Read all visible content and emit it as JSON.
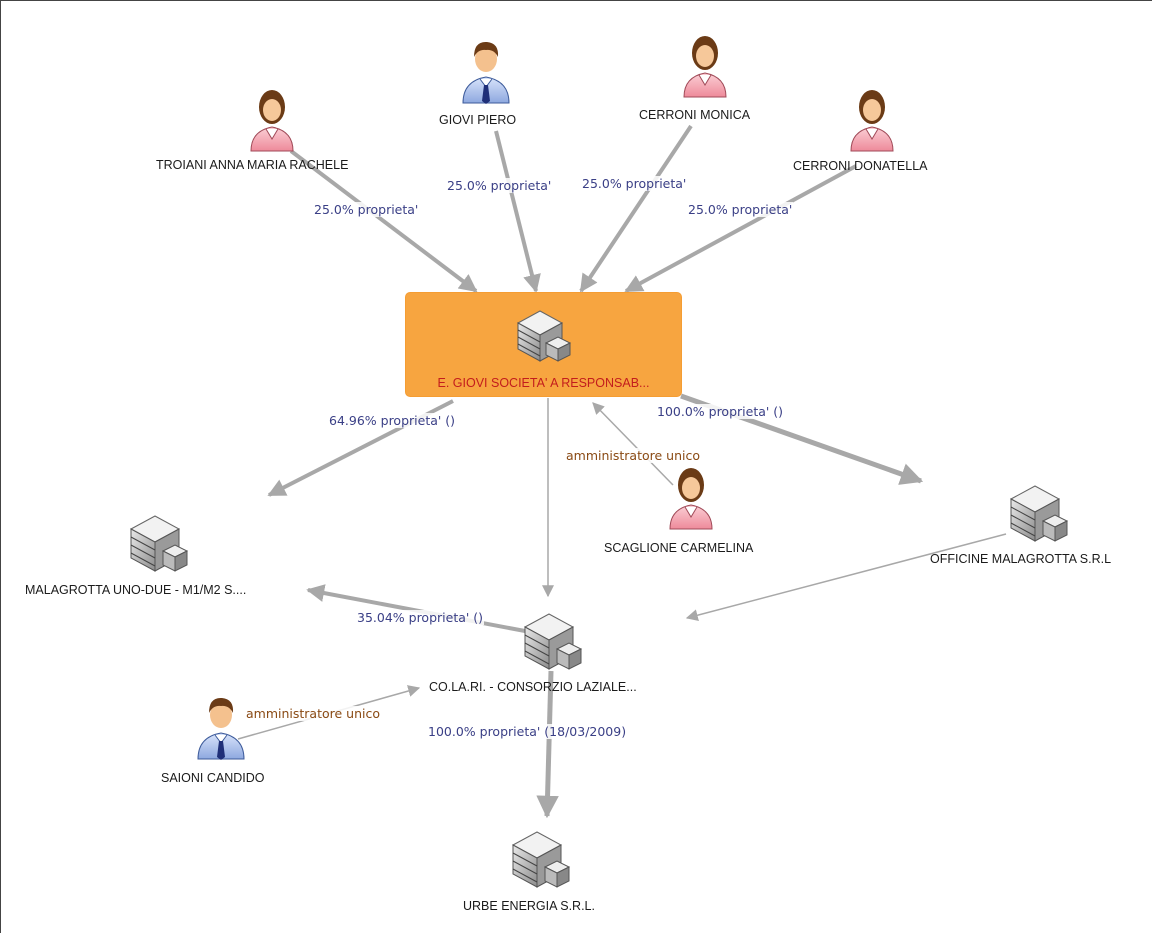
{
  "diagram": {
    "center": {
      "label": "E. GIOVI SOCIETA' A RESPONSAB..."
    },
    "people": {
      "troiani": "TROIANI ANNA MARIA RACHELE",
      "giovi": "GIOVI PIERO",
      "cerroni_m": "CERRONI MONICA",
      "cerroni_d": "CERRONI DONATELLA",
      "scaglione": "SCAGLIONE CARMELINA",
      "saioni": "SAIONI CANDIDO"
    },
    "companies": {
      "malagrotta": "MALAGROTTA UNO-DUE - M1/M2 S....",
      "officine": "OFFICINE MALAGROTTA S.R.L",
      "colari": "CO.LA.RI. - CONSORZIO LAZIALE...",
      "urbe": "URBE ENERGIA  S.R.L."
    },
    "edge_labels": {
      "troiani": "25.0% proprieta'",
      "giovi": "25.0% proprieta'",
      "cerroni_m": "25.0% proprieta'",
      "cerroni_d": "25.0% proprieta'",
      "to_malagrotta": "64.96% proprieta' ()",
      "to_officine": "100.0% proprieta' ()",
      "scaglione_role": "amministratore unico",
      "colari_to_malagrotta": "35.04% proprieta' ()",
      "saioni_role": "amministratore unico",
      "colari_to_urbe": "100.0% proprieta' (18/03/2009)"
    },
    "icons": {
      "female": "female-person-icon",
      "male": "male-person-icon",
      "company": "company-building-icon"
    },
    "colors": {
      "center_fill": "#f7a540",
      "center_text": "#c31d1d",
      "edge": "#a8a8a8",
      "ownership_label": "#3a3f86",
      "role_label": "#8a4a14"
    }
  }
}
